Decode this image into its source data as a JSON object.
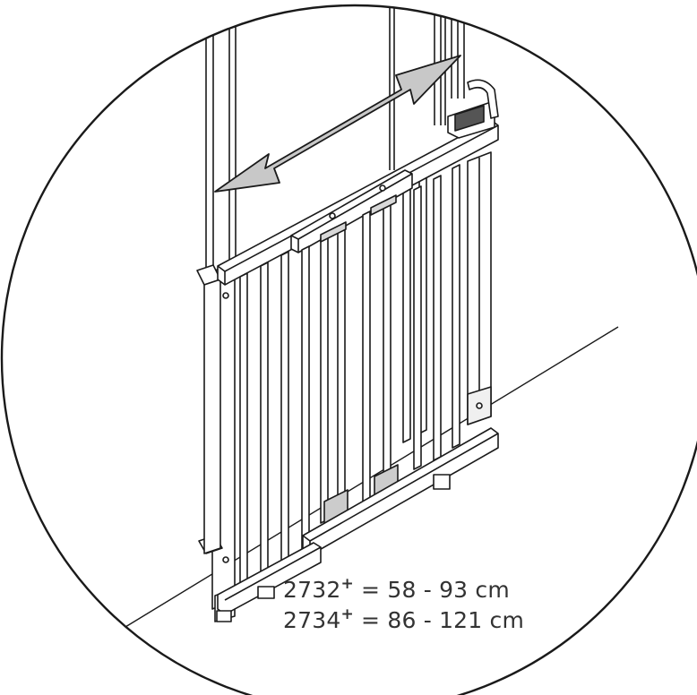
{
  "specs": [
    {
      "model": "2732",
      "mark": "+",
      "range": "= 58 - 93 cm"
    },
    {
      "model": "2734",
      "mark": "+",
      "range": "= 86 - 121 cm"
    }
  ],
  "colors": {
    "line": "#1a1a1a",
    "arrow_fill": "#c8c8c8",
    "text": "#333333",
    "background": "#ffffff"
  },
  "icons": [
    "double-arrow-icon",
    "pressure-lock-icon"
  ]
}
